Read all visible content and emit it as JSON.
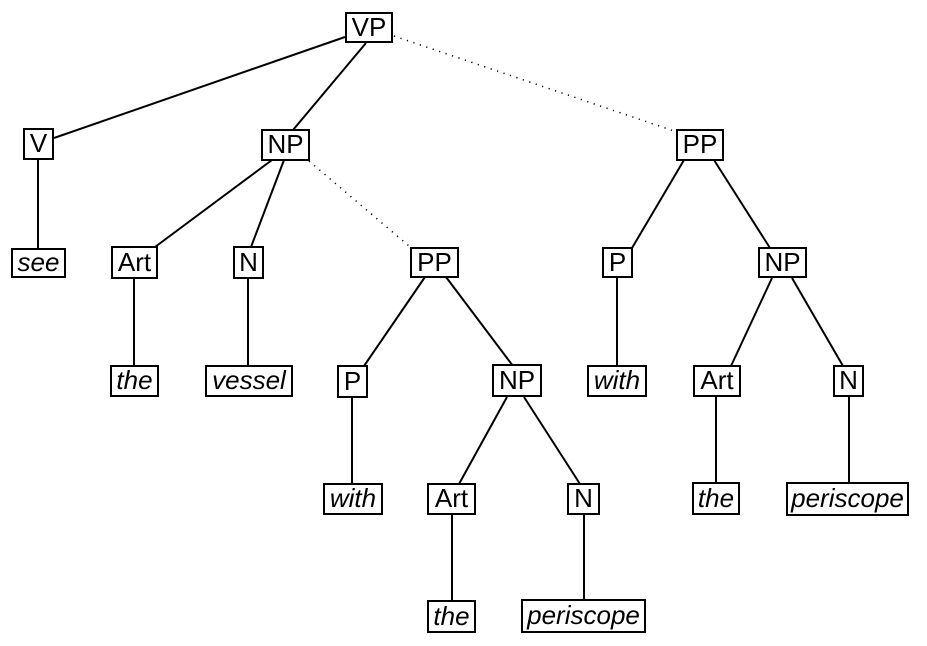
{
  "diagram": {
    "type": "syntax-parse-tree",
    "background_color": "#ffffff",
    "line_color": "#000000",
    "nodes": {
      "vp": {
        "label": "VP",
        "kind": "phrase"
      },
      "v": {
        "label": "V",
        "kind": "phrase"
      },
      "np_obj": {
        "label": "NP",
        "kind": "phrase"
      },
      "pp_right": {
        "label": "PP",
        "kind": "phrase"
      },
      "see": {
        "label": "see",
        "kind": "word"
      },
      "art_obj": {
        "label": "Art",
        "kind": "phrase"
      },
      "n_obj": {
        "label": "N",
        "kind": "phrase"
      },
      "pp_mid": {
        "label": "PP",
        "kind": "phrase"
      },
      "p_right": {
        "label": "P",
        "kind": "phrase"
      },
      "np_right": {
        "label": "NP",
        "kind": "phrase"
      },
      "the_obj": {
        "label": "the",
        "kind": "word"
      },
      "vessel": {
        "label": "vessel",
        "kind": "word"
      },
      "p_mid": {
        "label": "P",
        "kind": "phrase"
      },
      "np_mid": {
        "label": "NP",
        "kind": "phrase"
      },
      "with_right": {
        "label": "with",
        "kind": "word"
      },
      "art_right": {
        "label": "Art",
        "kind": "phrase"
      },
      "n_right": {
        "label": "N",
        "kind": "phrase"
      },
      "with_mid": {
        "label": "with",
        "kind": "word"
      },
      "art_mid": {
        "label": "Art",
        "kind": "phrase"
      },
      "n_mid": {
        "label": "N",
        "kind": "phrase"
      },
      "the_right": {
        "label": "the",
        "kind": "word"
      },
      "periscope_right": {
        "label": "periscope",
        "kind": "word"
      },
      "the_mid": {
        "label": "the",
        "kind": "word"
      },
      "periscope_mid": {
        "label": "periscope",
        "kind": "word"
      }
    },
    "edges": [
      {
        "from": "vp",
        "to": "v",
        "style": "solid"
      },
      {
        "from": "vp",
        "to": "np_obj",
        "style": "solid"
      },
      {
        "from": "vp",
        "to": "pp_right",
        "style": "dotted"
      },
      {
        "from": "v",
        "to": "see",
        "style": "solid"
      },
      {
        "from": "np_obj",
        "to": "art_obj",
        "style": "solid"
      },
      {
        "from": "np_obj",
        "to": "n_obj",
        "style": "solid"
      },
      {
        "from": "np_obj",
        "to": "pp_mid",
        "style": "dotted"
      },
      {
        "from": "art_obj",
        "to": "the_obj",
        "style": "solid"
      },
      {
        "from": "n_obj",
        "to": "vessel",
        "style": "solid"
      },
      {
        "from": "pp_mid",
        "to": "p_mid",
        "style": "solid"
      },
      {
        "from": "pp_mid",
        "to": "np_mid",
        "style": "solid"
      },
      {
        "from": "p_mid",
        "to": "with_mid",
        "style": "solid"
      },
      {
        "from": "np_mid",
        "to": "art_mid",
        "style": "solid"
      },
      {
        "from": "np_mid",
        "to": "n_mid",
        "style": "solid"
      },
      {
        "from": "art_mid",
        "to": "the_mid",
        "style": "solid"
      },
      {
        "from": "n_mid",
        "to": "periscope_mid",
        "style": "solid"
      },
      {
        "from": "pp_right",
        "to": "p_right",
        "style": "solid"
      },
      {
        "from": "pp_right",
        "to": "np_right",
        "style": "solid"
      },
      {
        "from": "p_right",
        "to": "with_right",
        "style": "solid"
      },
      {
        "from": "np_right",
        "to": "art_right",
        "style": "solid"
      },
      {
        "from": "np_right",
        "to": "n_right",
        "style": "solid"
      },
      {
        "from": "art_right",
        "to": "the_right",
        "style": "solid"
      },
      {
        "from": "n_right",
        "to": "periscope_right",
        "style": "solid"
      }
    ]
  }
}
